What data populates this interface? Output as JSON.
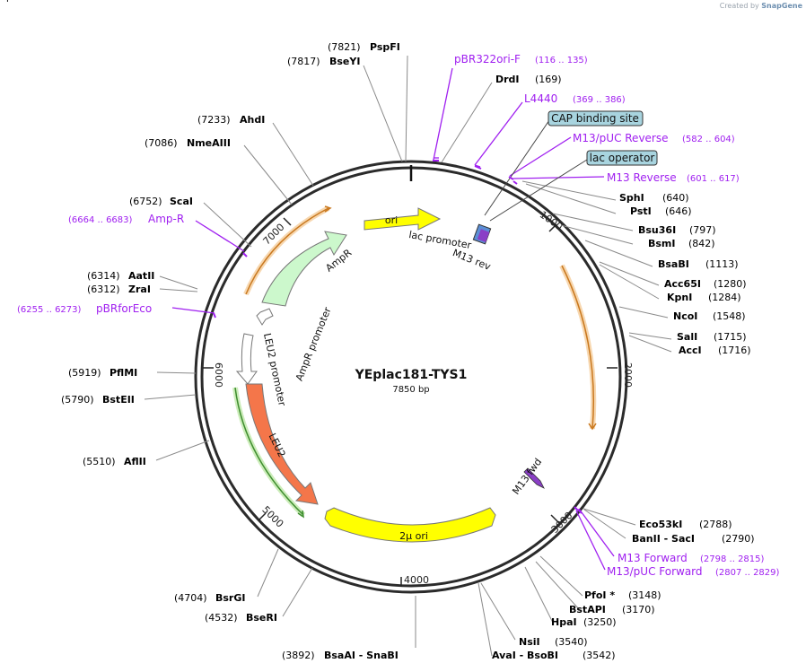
{
  "credit": {
    "prefix": "Created by",
    "brand": "SnapGene"
  },
  "plasmid": {
    "name": "YEplac181-TYS1",
    "size_label": "7850 bp",
    "length": 7850
  },
  "ticks": [
    "1000",
    "2000",
    "3000",
    "4000",
    "5000",
    "6000",
    "7000"
  ],
  "colors": {
    "site_text": "#000000",
    "primer": "#a020f0",
    "leader": "#8a8a8a",
    "box": "#a8d4df"
  },
  "sites": [
    {
      "pos": "(7821)",
      "name": "PspFI"
    },
    {
      "pos": "(7817)",
      "name": "BseYI"
    },
    {
      "pos": "(169)",
      "name": "DrdI"
    },
    {
      "pos": "(7233)",
      "name": "AhdI"
    },
    {
      "pos": "(7086)",
      "name": "NmeAIII"
    },
    {
      "pos": "(6752)",
      "name": "ScaI"
    },
    {
      "pos": "(640)",
      "name": "SphI"
    },
    {
      "pos": "(646)",
      "name": "PstI"
    },
    {
      "pos": "(797)",
      "name": "Bsu36I"
    },
    {
      "pos": "(842)",
      "name": "BsmI"
    },
    {
      "pos": "(1113)",
      "name": "BsaBI"
    },
    {
      "pos": "(6314)",
      "name": "AatII"
    },
    {
      "pos": "(6312)",
      "name": "ZraI"
    },
    {
      "pos": "(1280)",
      "name": "Acc65I"
    },
    {
      "pos": "(1284)",
      "name": "KpnI"
    },
    {
      "pos": "(1548)",
      "name": "NcoI"
    },
    {
      "pos": "(1715)",
      "name": "SalI"
    },
    {
      "pos": "(1716)",
      "name": "AccI"
    },
    {
      "pos": "(5919)",
      "name": "PflMI"
    },
    {
      "pos": "(5790)",
      "name": "BstEII"
    },
    {
      "pos": "(5510)",
      "name": "AflII"
    },
    {
      "pos": "(2788)",
      "name": "Eco53kI"
    },
    {
      "pos": "(2790)",
      "name": "BanII - SacI"
    },
    {
      "pos": "(3148)",
      "name": "PfoI *"
    },
    {
      "pos": "(3170)",
      "name": "BstAPI"
    },
    {
      "pos": "(3250)",
      "name": "HpaI"
    },
    {
      "pos": "(4704)",
      "name": "BsrGI"
    },
    {
      "pos": "(4532)",
      "name": "BseRI"
    },
    {
      "pos": "(3540)",
      "name": "NsiI"
    },
    {
      "pos": "(3542)",
      "name": "AvaI - BsoBI"
    },
    {
      "pos": "(3892)",
      "name": "BsaAI - SnaBI"
    }
  ],
  "primers": [
    {
      "name": "pBR322ori-F",
      "range": "(116 .. 135)"
    },
    {
      "name": "L4440",
      "range": "(369 .. 386)"
    },
    {
      "name": "M13/pUC Reverse",
      "range": "(582 .. 604)"
    },
    {
      "name": "M13 Reverse",
      "range": "(601 .. 617)"
    },
    {
      "name": "Amp-R",
      "range": "(6664 .. 6683)"
    },
    {
      "name": "pBRforEco",
      "range": "(6255 .. 6273)"
    },
    {
      "name": "M13 Forward",
      "range": "(2798 .. 2815)"
    },
    {
      "name": "M13/pUC Forward",
      "range": "(2807 .. 2829)"
    }
  ],
  "boxes": [
    "CAP binding site",
    "lac operator"
  ],
  "features": {
    "ori": "ori",
    "ampr": "AmpR",
    "ampr_promoter": "AmpR promoter",
    "leu2_promoter": "LEU2 promoter",
    "leu2": "LEU2",
    "two_micron": "2μ ori",
    "lac_promoter": "lac promoter",
    "m13_rev": "M13 rev",
    "m13_fwd": "M13 fwd"
  }
}
